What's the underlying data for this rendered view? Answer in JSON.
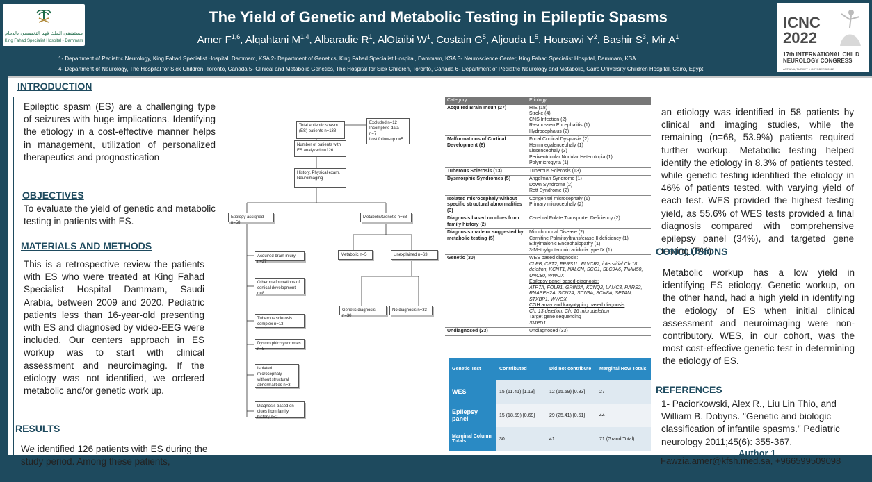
{
  "header": {
    "title": "The Yield of Genetic and Metabolic Testing in Epileptic Spasms",
    "authors": [
      {
        "name": "Amer F",
        "sup": "1,6"
      },
      {
        "name": "Alqahtani M",
        "sup": "1,4"
      },
      {
        "name": "Albaradie R",
        "sup": "1"
      },
      {
        "name": "AlOtaibi W",
        "sup": "1"
      },
      {
        "name": "Costain G",
        "sup": "5"
      },
      {
        "name": "Aljouda L",
        "sup": "5"
      },
      {
        "name": "Housawi Y",
        "sup": "2"
      },
      {
        "name": "Bashir S",
        "sup": "3"
      },
      {
        "name": "Mir A",
        "sup": "1"
      }
    ],
    "affiliations_line1": "1- Department of Pediatric Neurology, King Fahad Specialist Hospital, Dammam, KSA 2- Department of Genetics, King Fahad Specialist Hospital, Dammam, KSA 3- Neuroscience Center, King Fahad Specialist Hospital, Dammam, KSA",
    "affiliations_line2": "4- Department of Neurology, The Hospital for Sick Children, Toronto, Canada 5- Clinical and Metabolic Genetics, The Hospital for Sick Children, Toronto, Canada 6- Department of Pediatric Neurology and Metabolic, Cairo University Children Hospital, Cairo, Egypt",
    "logo_left": {
      "arabic": "مستشفى الملك فهد التخصصي بالدمام",
      "english": "King Fahad Specialist Hospital - Dammam"
    },
    "logo_right": {
      "line1": "ICNC",
      "line2": "2022",
      "subtitle": "17th INTERNATIONAL CHILD NEUROLOGY CONGRESS",
      "tiny": "ANTALYA, TURKEY 1 OCTOBER 5 2022"
    }
  },
  "introduction": {
    "heading": "INTRODUCTION",
    "text": "Epileptic spasm (ES) are a challenging type of seizures with huge implications. Identifying the etiology in a cost-effective manner helps in management, utilization of personalized therapeutics and prognostication"
  },
  "objectives": {
    "heading": "OBJECTIVES",
    "text": "To evaluate the yield of genetic and metabolic testing in patients with ES."
  },
  "methods": {
    "heading": "MATERIALS AND METHODS",
    "text": "This is a retrospective review the patients with ES who were treated at King Fahad Specialist Hospital Dammam, Saudi Arabia, between 2009 and 2020. Pediatric patients less than 16-year-old presenting with ES and diagnosed by video-EEG were included. Our centers approach in ES workup was to start with clinical assessment and neuroimaging. If the etiology was not identified, we ordered metabolic and/or genetic work up."
  },
  "results": {
    "heading": "RESULTS",
    "text_left": "We identified 126 patients with ES during the study period. Among these patients,",
    "text_right": "an etiology was identified in 58 patients by clinical and imaging studies, while the remaining (n=68, 53.9%) patients required further workup. Metabolic testing helped identify the etiology in 8.3% of patients tested, while genetic testing identified the etiology in 46% of patients tested, with varying yield of each test. WES provided the highest testing yield, as 55.6% of WES tests provided a final diagnosis compared with comprehensive epilepsy panel (34%), and targeted gene testing (5%)."
  },
  "conclusions": {
    "heading": "CONCLUSIONS",
    "text": "Metabolic workup has a low yield in identifying ES etiology. Genetic workup, on the other hand, had a high yield in identifying the etiology of ES when initial clinical assessment and neuroimaging were non-contributory. WES, in our cohort, was the most cost-effective genetic test in determining the etiology of ES."
  },
  "references": {
    "heading": "REFERENCES",
    "text": "1- Paciorkowski, Alex R., Liu Lin Thio, and William B. Dobyns. \"Genetic and biologic classification of infantile spasms.\" Pediatric neurology 2011;45(6): 355-367."
  },
  "contact": {
    "author_label": "Author 1",
    "text": "Fawzia.amer@kfsh.med.sa, +966599509098"
  },
  "flowchart": {
    "total": "Total epileptic spasm (ES) patients n=138",
    "excluded": "Excluded n=12\nIncomplete data n=7\nLost follow-up n=5",
    "analyzed": "Number of patients with ES analyzed n=126",
    "history": "History, Physical exam, Neuroimaging",
    "etiology_assigned": "Etiology assigned n=58",
    "metabolic_genetic": "Metabolic/Genetic n=68",
    "acquired": "Acquired brain injury n=27",
    "malformations": "Other malformations of cortical development n=8",
    "tuberous": "Tuberous sclerosis complex n=13",
    "dysmorphic": "Dysmorphic syndromes n=5",
    "microcephaly": "Isolated microcephaly without structural abnormalities n=3",
    "family": "Diagnosis based on clues from family history n=2",
    "metabolic": "Metabolic n=5",
    "unexplained": "Unexplained n=63",
    "genetic_dx": "Genetic diagnosis n=30",
    "no_dx": "No diagnosis n=33"
  },
  "category_table": {
    "headers": [
      "Category",
      "Etiology"
    ],
    "rows": [
      {
        "category": "Acquired Brain Insult (27)",
        "etiology": "HIE (18)\nStroke (4)\nCNS Infection (2)\nRasmussen Encephalitis (1)\nHydrocephalus (2)"
      },
      {
        "category": "Malformations of Cortical Development (8)",
        "etiology": "Focal Cortical Dysplasia (2)\nHemimegalencephaly (1)\nLissencephaly (3)\nPeriventricular Nodular Heterotopia (1)\nPolymicrogyria (1)"
      },
      {
        "category": "Tuberous Sclerosis (13)",
        "etiology": "Tuberous Sclerosis (13)"
      },
      {
        "category": "Dysmorphic Syndromes (5)",
        "etiology": "Angelman Syndrome (1)\nDown Syndrome (2)\nRett Syndrome (2)"
      },
      {
        "category": "Isolated microcephaly without specific structural abnormalities (3)",
        "etiology": "Congenital microcephaly (1)\nPrimary microcephaly (2)"
      },
      {
        "category": "Diagnosis based on clues from family history (2)",
        "etiology": "Cerebral Folate Transporter Deficiency (2)"
      },
      {
        "category": "Diagnosis made or suggested by metabolic testing (5)",
        "etiology": "Mitochondrial Disease (2)\nCarnitine Palmitoyltransferase II deficiency (1)\nEthylmalonic Encephalopathy (1)\n3-Methylglutaconic aciduria type IX (1)"
      },
      {
        "category": "Genetic (30)",
        "etiology_genetic": {
          "wes_label": "WES based diagnosis:",
          "wes": "CLPB, CPT2, FRRS1L, FLVCR2, interstitial Ch.18 deletion, KCNT1, NALCN, SCO1, SLC9A6, TIMM50, UNC80, WWOX",
          "panel_label": "Epilepsy panel based diagnosis:",
          "panel": "ATP7A, FOLR1, GRIN2A, KCNQ2, LAMC3, RARS2, RNASEH2A, SCN2A, SCN3A, SCN8A, SPTAN, STXBP1, WWOX",
          "cgh_label": "CGH array and karyotyping based diagnosis",
          "cgh": "Ch. 13 deletion, Ch. 16 microdeletion",
          "targeted_label": "Target gene sequencing",
          "targeted": "SMPD1"
        }
      },
      {
        "category": "Undiagnosed (33)",
        "etiology": "Undiagnosed (33)"
      }
    ]
  },
  "genetic_table": {
    "headers": [
      "Genetic Test",
      "Contributed",
      "Did not contribute",
      "Marginal Row Totals"
    ],
    "rows": [
      {
        "label": "WES",
        "contributed": "15  (11.41)  [1.13]",
        "not": "12  (15.59)  [0.83]",
        "total": "27"
      },
      {
        "label": "Epilepsy panel",
        "contributed": "15  (18.59)  [0.69]",
        "not": "29  (25.41)  [0.51]",
        "total": "44"
      },
      {
        "label": "Marginal Column Totals",
        "contributed": "30",
        "not": "41",
        "total": "71  (Grand Total)"
      }
    ]
  }
}
